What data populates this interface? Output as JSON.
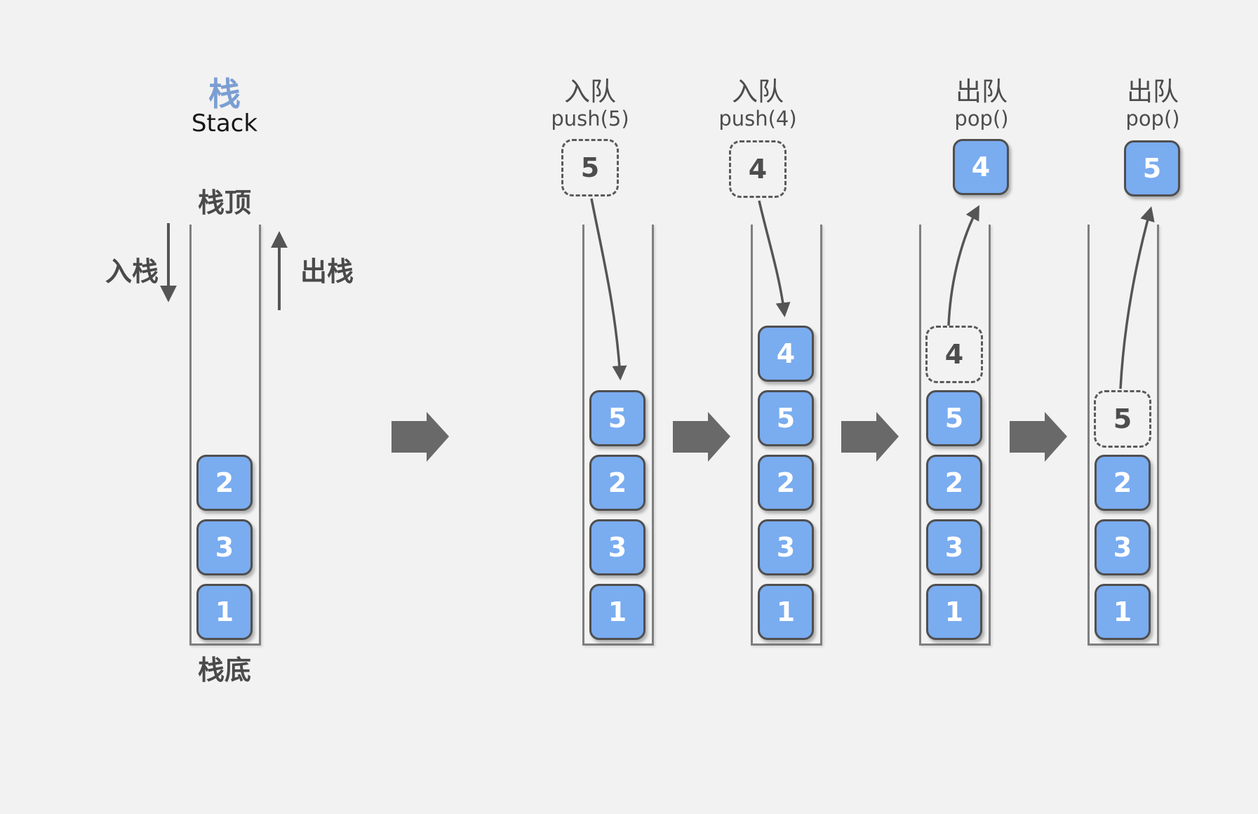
{
  "palette": {
    "block_fill": "#7aacf0",
    "block_border": "#4f4f4f",
    "block_text": "#ffffff",
    "title_blue": "#7b9ed2",
    "label_gray": "#4a4a4a",
    "wall_gray": "#7f7f7f",
    "arrow_gray": "#555555",
    "flow_arrow_gray": "#696969",
    "bg": "#f2f2f2"
  },
  "legend": {
    "title_cn": "栈",
    "title_en": "Stack",
    "stack_top_label": "栈顶",
    "stack_bottom_label": "栈底",
    "push_arrow_label": "入栈",
    "pop_arrow_label": "出栈"
  },
  "columns": [
    {
      "name": "initial-stack",
      "blocks": [
        "2",
        "3",
        "1"
      ]
    },
    {
      "name": "push-5",
      "op_label": "入队",
      "op_code": "push(5)",
      "floating_value": "5",
      "floating_style": "dashed",
      "blocks": [
        "5",
        "2",
        "3",
        "1"
      ]
    },
    {
      "name": "push-4",
      "op_label": "入队",
      "op_code": "push(4)",
      "floating_value": "4",
      "floating_style": "dashed",
      "blocks": [
        "4",
        "5",
        "2",
        "3",
        "1"
      ]
    },
    {
      "name": "pop-4",
      "op_label": "出队",
      "op_code": "pop()",
      "floating_value": "4",
      "floating_style": "solid",
      "ghost_value": "4",
      "blocks": [
        "5",
        "2",
        "3",
        "1"
      ]
    },
    {
      "name": "pop-5",
      "op_label": "出队",
      "op_code": "pop()",
      "floating_value": "5",
      "floating_style": "solid",
      "ghost_value": "5",
      "blocks": [
        "2",
        "3",
        "1"
      ]
    }
  ]
}
